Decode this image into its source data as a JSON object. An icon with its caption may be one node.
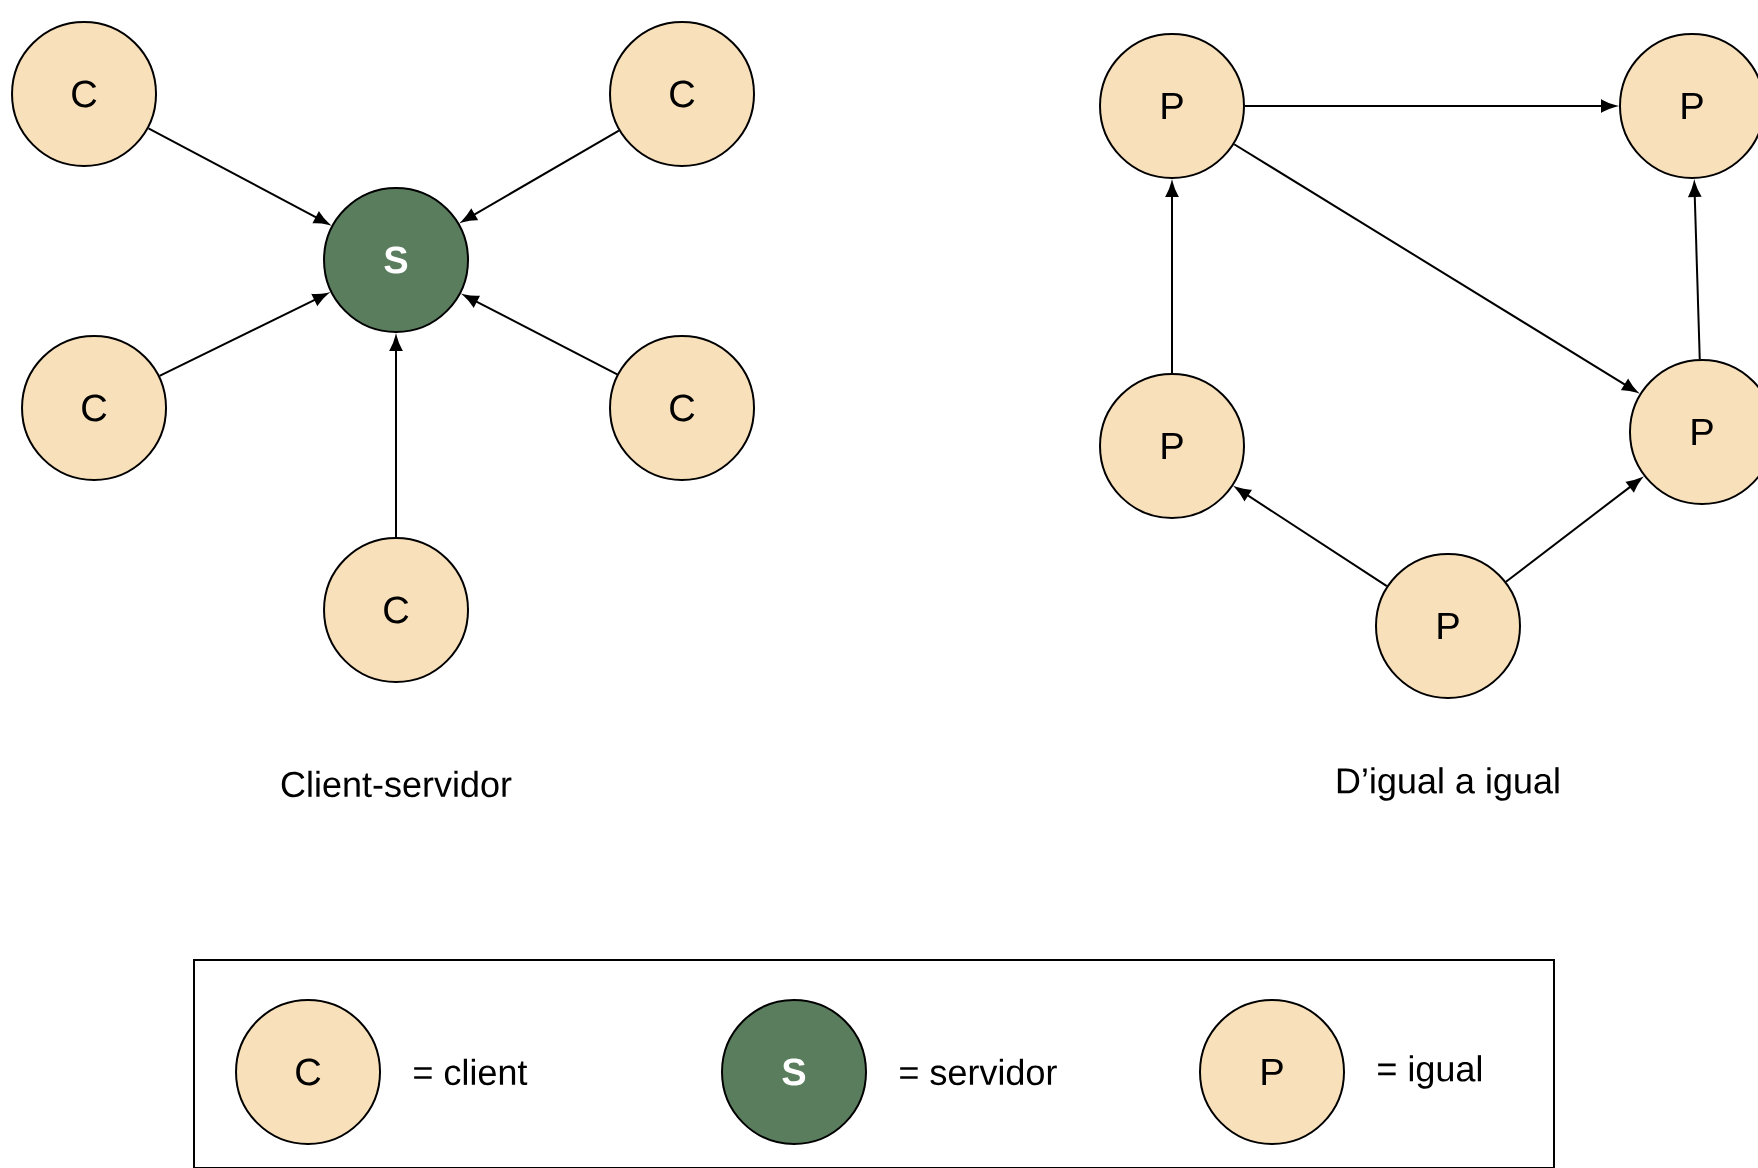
{
  "diagram": {
    "nodes": [
      {
        "text": [
          "S"
        ]
      },
      {
        "text": [
          "C"
        ]
      },
      {
        "text": [
          "C"
        ]
      },
      {
        "text": [
          "C"
        ]
      },
      {
        "text": [
          "C"
        ]
      },
      {
        "text": [
          "C"
        ]
      },
      {
        "text": [
          "P"
        ]
      },
      {
        "text": [
          "P"
        ]
      },
      {
        "text": [
          "P"
        ]
      },
      {
        "text": [
          "P"
        ]
      },
      {
        "text": [
          "P"
        ]
      },
      {
        "text": [
          "C"
        ],
        "beside": [
          "= client"
        ]
      },
      {
        "text": [
          "S"
        ],
        "beside": [
          "= servidor"
        ]
      },
      {
        "text": [
          "P"
        ],
        "beside": [
          "= igual"
        ]
      }
    ],
    "edges": [
      {
        "from": 1,
        "to": 0,
        "arrow": "to"
      },
      {
        "from": 2,
        "to": 0,
        "arrow": "to"
      },
      {
        "from": 3,
        "to": 0,
        "arrow": "to"
      },
      {
        "from": 4,
        "to": 0,
        "arrow": "to"
      },
      {
        "from": 5,
        "to": 0,
        "arrow": "to"
      },
      {
        "from": 6,
        "to": 7,
        "arrow": "to"
      },
      {
        "from": 6,
        "to": 9,
        "arrow": "to"
      },
      {
        "from": 8,
        "to": 6,
        "arrow": "to"
      },
      {
        "from": 9,
        "to": 7,
        "arrow": "to"
      },
      {
        "from": 10,
        "to": 8,
        "arrow": "to"
      },
      {
        "from": 10,
        "to": 9,
        "arrow": "to"
      }
    ],
    "labels": [
      "Client-servidor",
      "D’igual a igual"
    ]
  }
}
